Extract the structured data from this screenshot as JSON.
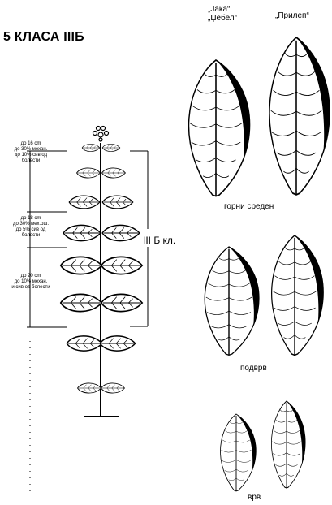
{
  "title": "5 КЛАСА  IIIБ",
  "variety_labels": {
    "left_line1": "„Јака“",
    "left_line2": "„Џебел“",
    "right": "„Прилеп“"
  },
  "leaf_rows": [
    {
      "label": "горни среден"
    },
    {
      "label": "подврв"
    },
    {
      "label": "врв"
    }
  ],
  "class_label": "III Б кл.",
  "plant_notes": [
    {
      "lines": [
        "до 16 cm",
        "до 30% механ.",
        "до 10% сив од",
        "болести"
      ]
    },
    {
      "lines": [
        "до 18 cm",
        "до 30% мех.ош.",
        "до 5% сив од",
        "болести"
      ]
    },
    {
      "lines": [
        "до 20 cm",
        "до 10% механ.",
        "и сив од болести"
      ]
    }
  ]
}
